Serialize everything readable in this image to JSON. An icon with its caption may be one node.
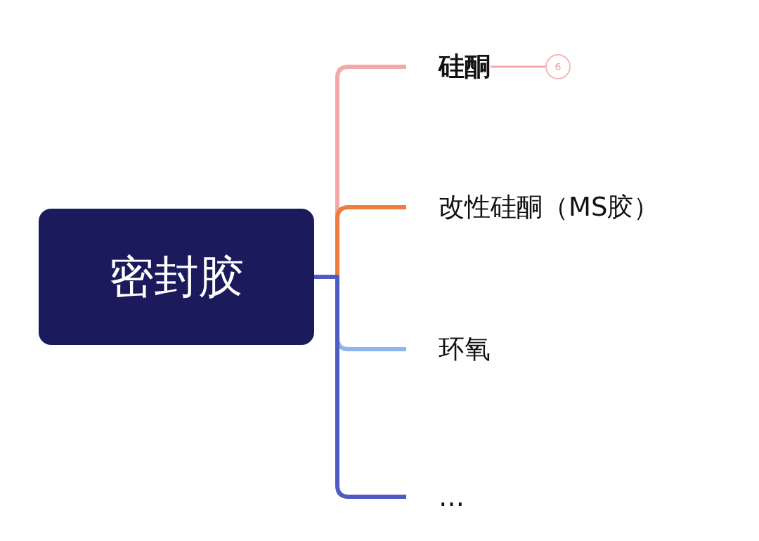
{
  "diagram": {
    "nodes": [
      {
        "text": [
          "密封胶"
        ]
      },
      {
        "text": [
          "硅酮"
        ]
      },
      {
        "text": [
          "改性硅酮（MS胶）"
        ]
      },
      {
        "text": [
          "环氧"
        ]
      },
      {
        "text": [
          "…"
        ]
      },
      {
        "text": [
          "6"
        ]
      }
    ],
    "edges": [
      {
        "from": 0,
        "to": 1,
        "arrow": "none",
        "color": "#f4a9a8"
      },
      {
        "from": 0,
        "to": 2,
        "arrow": "none",
        "color": "#ee7d3f"
      },
      {
        "from": 0,
        "to": 3,
        "arrow": "none",
        "color": "#8db6ef"
      },
      {
        "from": 0,
        "to": 4,
        "arrow": "none",
        "color": "#4f5bc4"
      },
      {
        "from": 1,
        "to": 5,
        "arrow": "none",
        "color": "#f4a9a8"
      }
    ]
  }
}
